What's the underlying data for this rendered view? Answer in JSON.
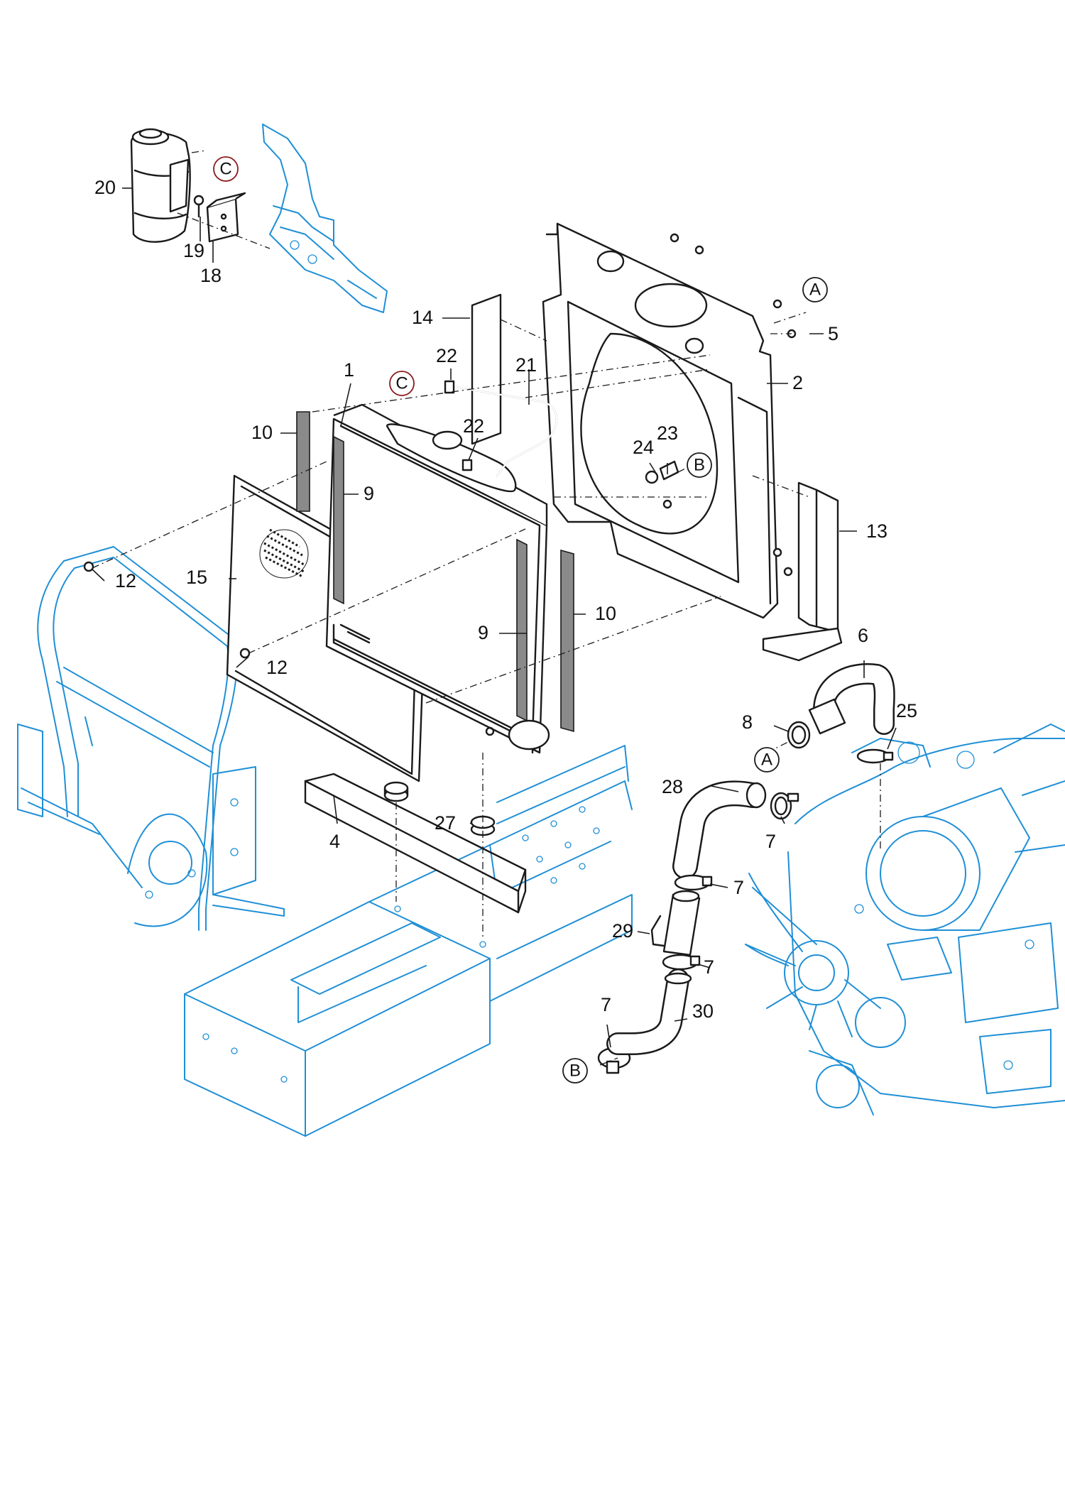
{
  "callouts": {
    "c1": "1",
    "c2": "2",
    "c4": "4",
    "c5": "5",
    "c6": "6",
    "c7a": "7",
    "c7b": "7",
    "c7c": "7",
    "c7d": "7",
    "c8": "8",
    "c9a": "9",
    "c9b": "9",
    "c10a": "10",
    "c10b": "10",
    "c12a": "12",
    "c12b": "12",
    "c13": "13",
    "c14": "14",
    "c15": "15",
    "c18": "18",
    "c19": "19",
    "c20": "20",
    "c21": "21",
    "c22a": "22",
    "c22b": "22",
    "c23": "23",
    "c24": "24",
    "c25": "25",
    "c27": "27",
    "c28": "28",
    "c29": "29",
    "c30": "30"
  },
  "refs": {
    "A1": "A",
    "A2": "A",
    "B1": "B",
    "B2": "B",
    "C1": "C",
    "C2": "C"
  },
  "colors": {
    "part_line": "#1a1a1a",
    "context_line": "#1f8fd6",
    "reference_circle_accent": "#8b1a1a"
  }
}
